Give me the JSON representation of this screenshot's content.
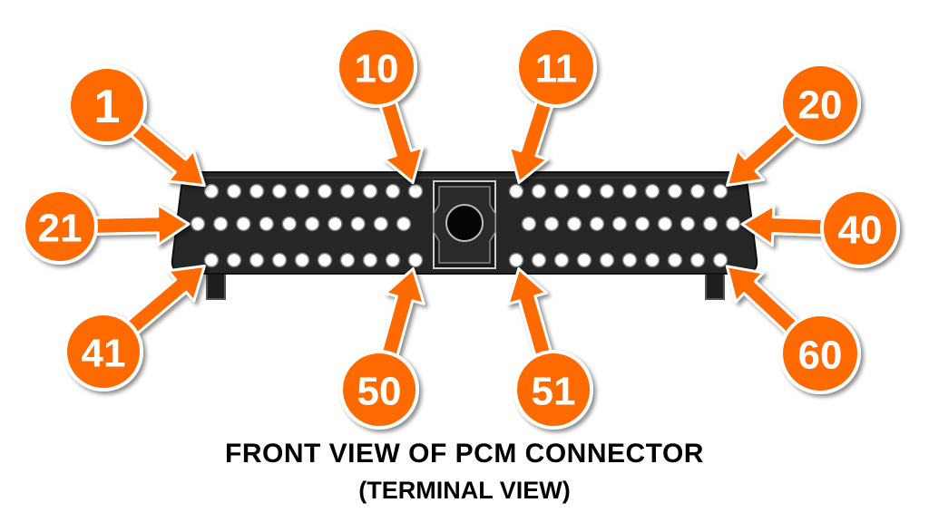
{
  "caption": {
    "title": "FRONT VIEW OF PCM CONNECTOR",
    "subtitle": "(TERMINAL VIEW)"
  },
  "connector": {
    "rows": [
      {
        "first": 1,
        "last": 20,
        "left_pins": 10,
        "right_pins": 10
      },
      {
        "first": 21,
        "last": 40,
        "left_pins": 10,
        "right_pins": 10
      },
      {
        "first": 41,
        "last": 60,
        "left_pins": 10,
        "right_pins": 10
      }
    ],
    "body_color": "#262626",
    "pin_color": "#ffffff",
    "center_key": "keyed-bolt-socket"
  },
  "callouts": [
    {
      "label": "1",
      "pin": 1,
      "icon": "arrow-badge-icon"
    },
    {
      "label": "10",
      "pin": 10,
      "icon": "arrow-badge-icon"
    },
    {
      "label": "11",
      "pin": 11,
      "icon": "arrow-badge-icon"
    },
    {
      "label": "20",
      "pin": 20,
      "icon": "arrow-badge-icon"
    },
    {
      "label": "21",
      "pin": 21,
      "icon": "arrow-badge-icon"
    },
    {
      "label": "40",
      "pin": 40,
      "icon": "arrow-badge-icon"
    },
    {
      "label": "41",
      "pin": 41,
      "icon": "arrow-badge-icon"
    },
    {
      "label": "50",
      "pin": 50,
      "icon": "arrow-badge-icon"
    },
    {
      "label": "51",
      "pin": 51,
      "icon": "arrow-badge-icon"
    },
    {
      "label": "60",
      "pin": 60,
      "icon": "arrow-badge-icon"
    }
  ],
  "colors": {
    "badge_fill": "#ff6a00",
    "badge_outline": "#ffffff",
    "badge_text": "#ffffff",
    "connector_body": "#262626"
  }
}
